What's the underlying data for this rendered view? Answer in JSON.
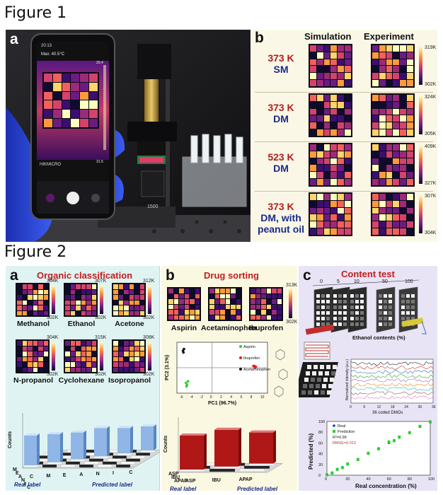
{
  "figure1": {
    "heading": "Figure 1",
    "panel_a": {
      "letter": "a",
      "phone_status_time": "20:13",
      "phone_max_label": "Max: 40.5°C",
      "phone_scale_max": "29.4",
      "phone_scale_min": "31.5",
      "phone_brand": "HIKMICRO",
      "device_label": "1500"
    },
    "panel_b": {
      "letter": "b",
      "col_simulation": "Simulation",
      "col_experiment": "Experiment",
      "rows": [
        {
          "temp": "373 K",
          "cond": "SM",
          "cbar_max": "319K",
          "cbar_min": "302K"
        },
        {
          "temp": "373 K",
          "cond": "DM",
          "cbar_max": "324K",
          "cbar_min": "305K"
        },
        {
          "temp": "523 K",
          "cond": "DM",
          "cbar_max": "409K",
          "cbar_min": "327K"
        },
        {
          "temp": "373 K",
          "cond": "DM, with peanut oil",
          "cbar_max": "307K",
          "cbar_min": "304K"
        }
      ]
    }
  },
  "figure2": {
    "heading": "Figure 2",
    "panel_a": {
      "letter": "a",
      "title": "Organic classification",
      "maps": [
        {
          "name": "Methanol",
          "max": "304K",
          "min": "302K"
        },
        {
          "name": "Ethanol",
          "max": "307K",
          "min": "302K"
        },
        {
          "name": "Acetone",
          "max": "312K",
          "min": "302K"
        },
        {
          "name": "N-propanol",
          "max": "304K",
          "min": "302K"
        },
        {
          "name": "Cyclohexane",
          "max": "315K",
          "min": "302K"
        },
        {
          "name": "Isopropanol",
          "max": "308K",
          "min": "302K"
        }
      ],
      "bar3d": {
        "zlabel": "Counts",
        "xlabel": "Real label",
        "ylabel": "Predicted label",
        "real_ticks": [
          "M",
          "E",
          "A",
          "N",
          "I",
          "C"
        ],
        "pred_ticks": [
          "C",
          "M",
          "E",
          "A",
          "N",
          "I",
          "C"
        ]
      }
    },
    "panel_b": {
      "letter": "b",
      "title": "Drug sorting",
      "maps": [
        {
          "name": "Aspirin"
        },
        {
          "name": "Acetaminophen"
        },
        {
          "name": "Ibuprofen"
        }
      ],
      "cbar_max": "313K",
      "cbar_min": "302K",
      "pca": {
        "xlabel": "PC1 (96.7%)",
        "ylabel": "PC2 (3.1%)",
        "x_ticks": [
          "-6",
          "-4",
          "-2",
          "0",
          "2",
          "4",
          "6",
          "8",
          "10"
        ],
        "legend": [
          "Aspirin",
          "Ibuprofen",
          "Acetaminophen"
        ]
      },
      "bar3d": {
        "zlabel": "Counts",
        "xlabel": "Real label",
        "ylabel": "Predicted label",
        "real_ticks": [
          "ASP",
          "IBU",
          "APAP"
        ],
        "pred_ticks": [
          "ASP",
          "IBU",
          "APAP"
        ]
      }
    },
    "panel_c": {
      "letter": "c",
      "title": "Content test",
      "conc_ticks": [
        "0",
        "5",
        "10",
        "50",
        "100"
      ],
      "ethanol_label": "Ethanol contents (%)",
      "intensity_ylabel": "Normalized intensity (a.u.)",
      "intensity_xlabel": "36 coded DMOs",
      "intensity_xticks": [
        "0",
        "6",
        "12",
        "18",
        "24",
        "30",
        "36"
      ],
      "scatter_legend": [
        "Real",
        "Prediction",
        "R²=0.99",
        "RMSE=0.013"
      ],
      "scatter_xlabel": "Real concentration (%)",
      "scatter_ylabel": "Predicted (%)",
      "scatter_ticks": [
        "0",
        "20",
        "40",
        "60",
        "80",
        "100"
      ]
    }
  },
  "chart_data": [
    {
      "type": "scatter",
      "title": "",
      "xlabel": "PC1 (96.7%)",
      "ylabel": "PC2 (3.1%)",
      "series": [
        {
          "name": "Aspirin",
          "color": "#2bd12b",
          "x": [
            -5.2,
            -5.0,
            -4.8,
            -5.1
          ],
          "y": [
            -0.9,
            -1.0,
            -0.8,
            -1.1
          ]
        },
        {
          "name": "Ibuprofen",
          "color": "#e02020",
          "x": [
            8.2,
            8.5,
            8.7,
            8.4
          ],
          "y": [
            0.1,
            0.0,
            0.05,
            0.1
          ]
        },
        {
          "name": "Acetaminophen",
          "color": "#111111",
          "x": [
            -5.8,
            -5.6,
            -5.7
          ],
          "y": [
            1.0,
            1.1,
            0.9
          ]
        }
      ],
      "xlim": [
        -7,
        11
      ],
      "ylim": [
        -1.5,
        1.5
      ]
    },
    {
      "type": "scatter",
      "title": "",
      "xlabel": "Real concentration (%)",
      "ylabel": "Predicted (%)",
      "series": [
        {
          "name": "Real",
          "color": "#1a3ab0",
          "x": [
            0,
            5,
            10,
            15,
            20,
            30,
            40,
            50,
            60,
            65,
            70,
            80,
            90,
            100
          ],
          "y": [
            0,
            5,
            10,
            15,
            20,
            30,
            40,
            50,
            60,
            65,
            70,
            80,
            90,
            100
          ]
        },
        {
          "name": "Prediction",
          "color": "#2bd12b",
          "x": [
            0,
            5,
            10,
            15,
            20,
            30,
            40,
            50,
            60,
            65,
            70,
            80,
            90,
            100
          ],
          "y": [
            1,
            4,
            11,
            14,
            21,
            29,
            41,
            49,
            62,
            64,
            71,
            79,
            91,
            99
          ]
        }
      ],
      "xlim": [
        0,
        100
      ],
      "ylim": [
        0,
        100
      ]
    }
  ]
}
